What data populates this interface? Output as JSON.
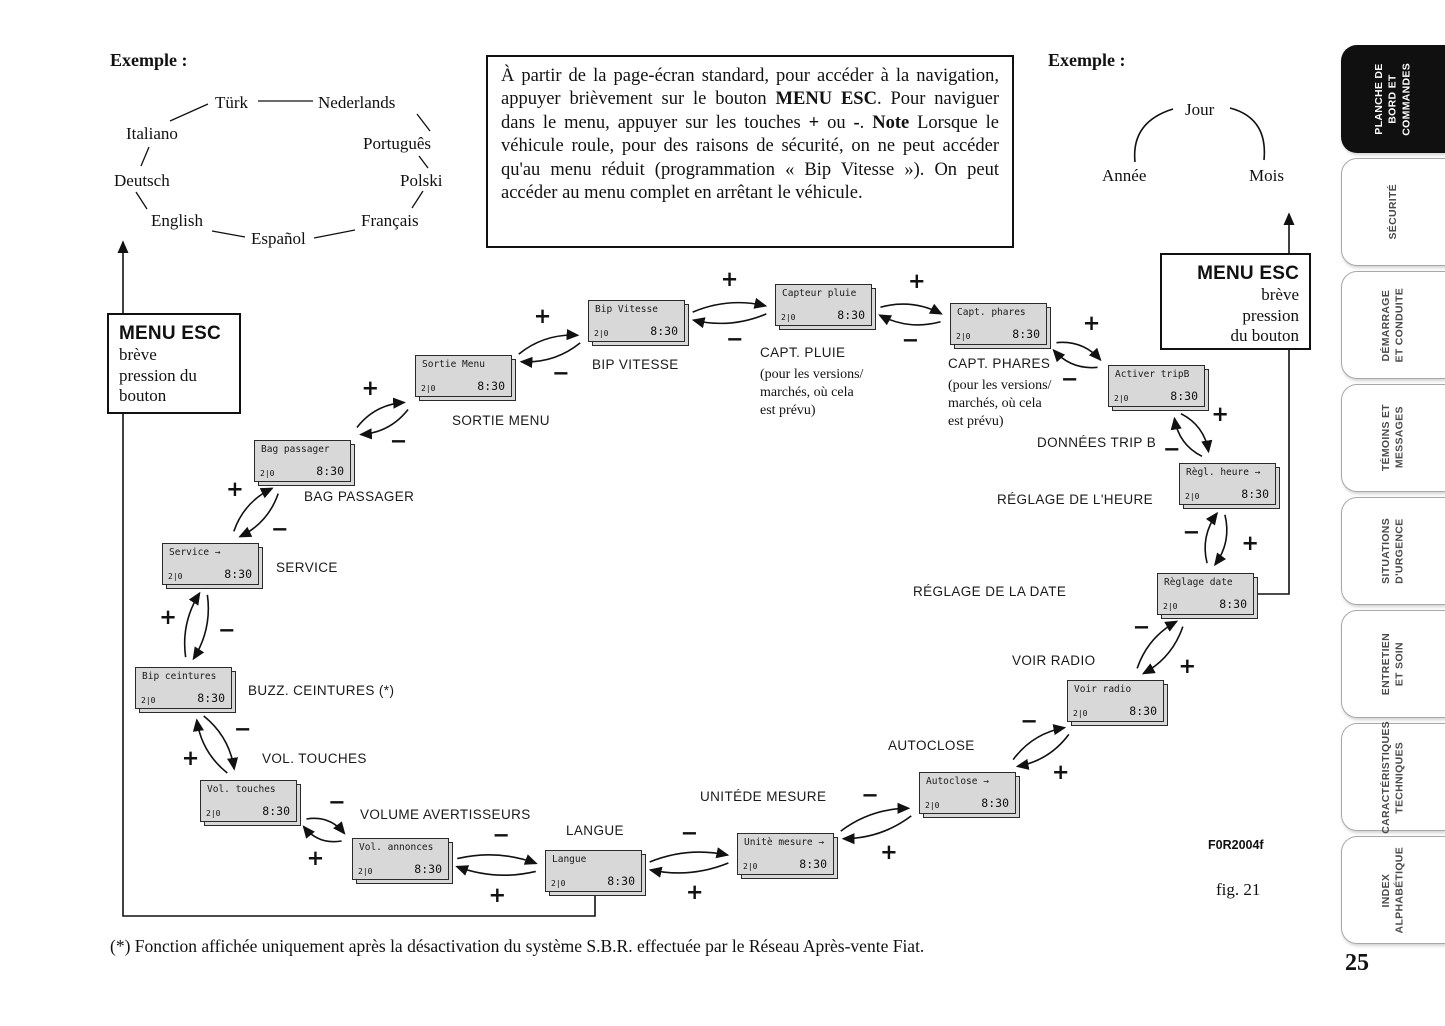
{
  "symbols": {
    "plus": "+",
    "minus": "−"
  },
  "page": {
    "number": "25",
    "figure_code": "F0R2004f",
    "figure_label": "fig. 21",
    "footnote": "(*) Fonction affichée uniquement après la désactivation du système S.B.R. effectuée par le Réseau Après-vente Fiat."
  },
  "sidebar_tabs": [
    {
      "label": "PLANCHE DE\nBORD ET\nCOMMANDES",
      "active": true
    },
    {
      "label": "SÉCURITÉ",
      "active": false
    },
    {
      "label": "DÉMARRAGE\nET CONDUITE",
      "active": false
    },
    {
      "label": "TÉMOINS ET\nMESSAGES",
      "active": false
    },
    {
      "label": "SITUATIONS\nD'URGENCE",
      "active": false
    },
    {
      "label": "ENTRETIEN\nET SOIN",
      "active": false
    },
    {
      "label": "CARACTÉRISTIQUES\nTECHNIQUES",
      "active": false
    },
    {
      "label": "INDEX\nALPHABÉTIQUE",
      "active": false
    }
  ],
  "example_left": {
    "title": "Exemple :",
    "items": {
      "turk": "Türk",
      "nederlands": "Nederlands",
      "italiano": "Italiano",
      "portugues": "Português",
      "deutsch": "Deutsch",
      "polski": "Polski",
      "english": "English",
      "francais": "Français",
      "espanol": "Español"
    }
  },
  "example_right": {
    "title": "Exemple :",
    "items": {
      "jour": "Jour",
      "annee": "Année",
      "mois": "Mois"
    }
  },
  "menu_esc_left": {
    "title": "MENU ESC",
    "body": "brève\npression du\nbouton"
  },
  "menu_esc_right": {
    "title": "MENU ESC",
    "body": "brève\npression\ndu bouton"
  },
  "instruction_box": {
    "segments": [
      "À partir de la page-écran standard, pour accéder à la navigation, appuyer brièvement sur le bouton ",
      "MENU ESC",
      ". Pour naviguer dans le menu, appuyer sur les touches ",
      "+",
      " ou ",
      "-",
      ". ",
      "Note",
      " Lorsque le véhicule roule, pour des raisons de sécurité, on ne peut accéder qu'au menu réduit (programmation « Bip Vitesse »). On peut accéder au menu complet en arrêtant le véhicule."
    ]
  },
  "screens": [
    {
      "id": "sortie-menu",
      "title": "Sortie Menu",
      "temp": "2|0",
      "time": "8:30",
      "label": "SORTIE MENU"
    },
    {
      "id": "bip-vitesse",
      "title": "Bip Vitesse",
      "temp": "2|0",
      "time": "8:30",
      "label": "BIP VITESSE"
    },
    {
      "id": "capteur-pluie",
      "title": "Capteur pluie",
      "temp": "2|0",
      "time": "8:30",
      "label": "CAPT. PLUIE",
      "sublabel": "(pour les versions/\nmarchés, où cela\nest prévu)"
    },
    {
      "id": "capt-phares",
      "title": "Capt. phares",
      "temp": "2|0",
      "time": "8:30",
      "label": "CAPT. PHARES",
      "sublabel": "(pour les versions/\nmarchés, où cela\nest prévu)"
    },
    {
      "id": "activer-tripb",
      "title": "Activer tripB",
      "temp": "2|0",
      "time": "8:30",
      "label": "DONNÉES TRIP B"
    },
    {
      "id": "regl-heure",
      "title": "Règl. heure →",
      "temp": "2|0",
      "time": "8:30",
      "label": "RÉGLAGE DE L'HEURE"
    },
    {
      "id": "reglage-date",
      "title": "Règlage date",
      "temp": "2|0",
      "time": "8:30",
      "label": "RÉGLAGE DE LA DATE"
    },
    {
      "id": "voir-radio",
      "title": "Voir radio",
      "temp": "2|0",
      "time": "8:30",
      "label": "VOIR RADIO"
    },
    {
      "id": "autoclose",
      "title": "Autoclose →",
      "temp": "2|0",
      "time": "8:30",
      "label": "AUTOCLOSE"
    },
    {
      "id": "unite-mesure",
      "title": "Unitè mesure →",
      "temp": "2|0",
      "time": "8:30",
      "label": "UNITÉDE MESURE"
    },
    {
      "id": "langue",
      "title": "Langue",
      "temp": "2|0",
      "time": "8:30",
      "label": "LANGUE"
    },
    {
      "id": "vol-annonces",
      "title": "Vol. annonces",
      "temp": "2|0",
      "time": "8:30",
      "label": "VOLUME AVERTISSEURS"
    },
    {
      "id": "vol-touches",
      "title": "Vol. touches",
      "temp": "2|0",
      "time": "8:30",
      "label": "VOL. TOUCHES"
    },
    {
      "id": "bip-ceintures",
      "title": "Bip ceintures",
      "temp": "2|0",
      "time": "8:30",
      "label": "BUZZ. CEINTURES (*)"
    },
    {
      "id": "service",
      "title": "Service →",
      "temp": "2|0",
      "time": "8:30",
      "label": "SERVICE"
    },
    {
      "id": "bag-passager",
      "title": "Bag passager",
      "temp": "2|0",
      "time": "8:30",
      "label": "BAG PASSAGER"
    }
  ]
}
